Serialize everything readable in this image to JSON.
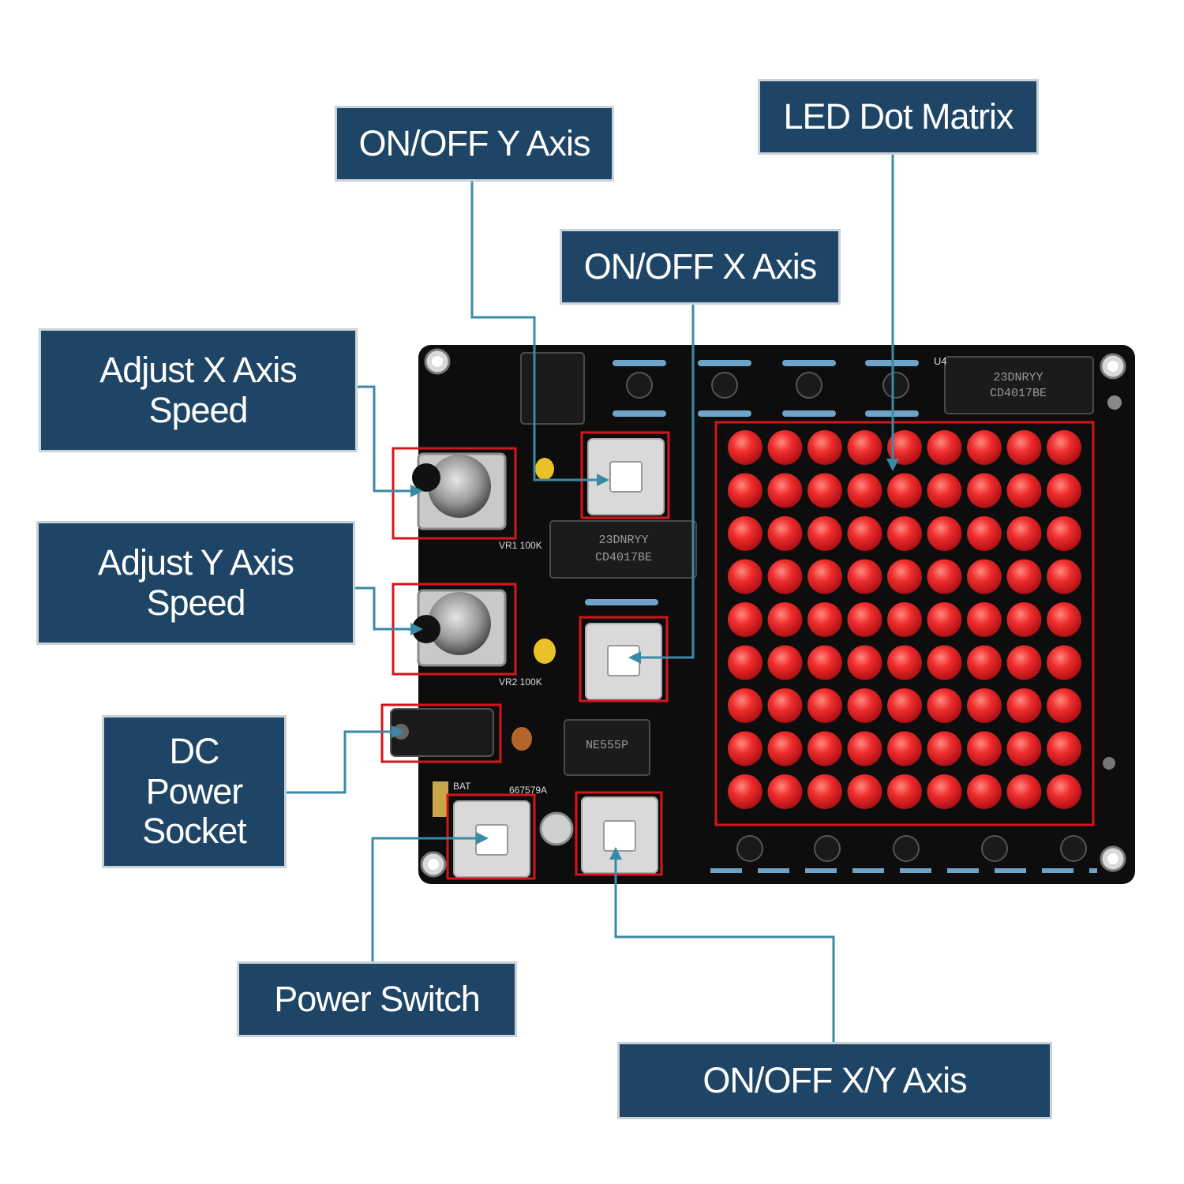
{
  "callouts": {
    "on_off_y_axis": "ON/OFF Y Axis",
    "led_dot_matrix": "LED Dot Matrix",
    "on_off_x_axis": "ON/OFF X Axis",
    "adjust_x_speed": "Adjust X Axis Speed",
    "adjust_y_speed": "Adjust Y  Axis Speed",
    "dc_power_socket": "DC Power Socket",
    "power_switch": "Power Switch",
    "on_off_xy_axis": "ON/OFF X/Y Axis"
  },
  "board": {
    "silkscreen": {
      "chip_top": "CD4017BE",
      "chip_top_code": "23DNRYY",
      "chip_mid": "CD4017BE",
      "chip_mid_code": "23DNRYY",
      "timer_chip": "NE555P",
      "ic_label_u4": "U4",
      "vr1": "VR1 100K",
      "vr2": "VR2 100K",
      "bat": "BAT",
      "board_id": "667579A"
    },
    "led_matrix": {
      "rows": 9,
      "cols": 9
    },
    "colors": {
      "pcb": "#0d0d0d",
      "led": "#e8262a",
      "highlight_box": "#d4161c",
      "leader_line": "#3a8aa6",
      "callout_bg": "#1f4566",
      "callout_border": "#c9d1d9"
    }
  }
}
